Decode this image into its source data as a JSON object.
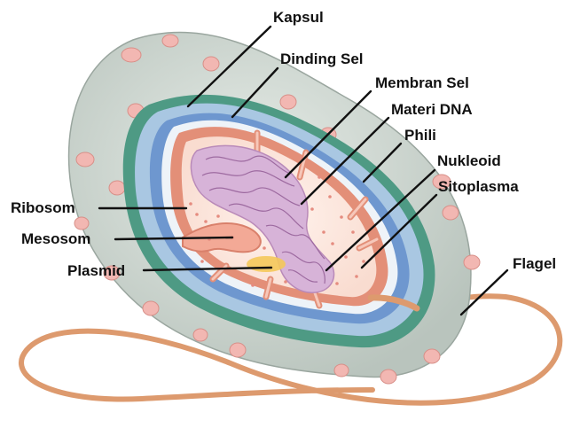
{
  "labels": {
    "kapsul": "Kapsul",
    "dinding_sel": "Dinding Sel",
    "membran_sel": "Membran Sel",
    "materi_dna": "Materi DNA",
    "phili": "Phili",
    "nukleoid": "Nukleoid",
    "sitoplasma": "Sitoplasma",
    "ribosom": "Ribosom",
    "mesosom": "Mesosom",
    "plasmid": "Plasmid",
    "flagel": "Flagel"
  },
  "colors": {
    "capsule": "#c9d3cc",
    "cell_wall": "#4e9a84",
    "outer_blue": "#9cc1de",
    "inner_blue": "#6e97cf",
    "membrane": "#e38f78",
    "cytoplasm": "#fde6dc",
    "dna": "#c89cc8",
    "plasmid": "#f4c85a",
    "flagellum": "#dd9a6e",
    "pili_bump": "#f2b7b2"
  }
}
